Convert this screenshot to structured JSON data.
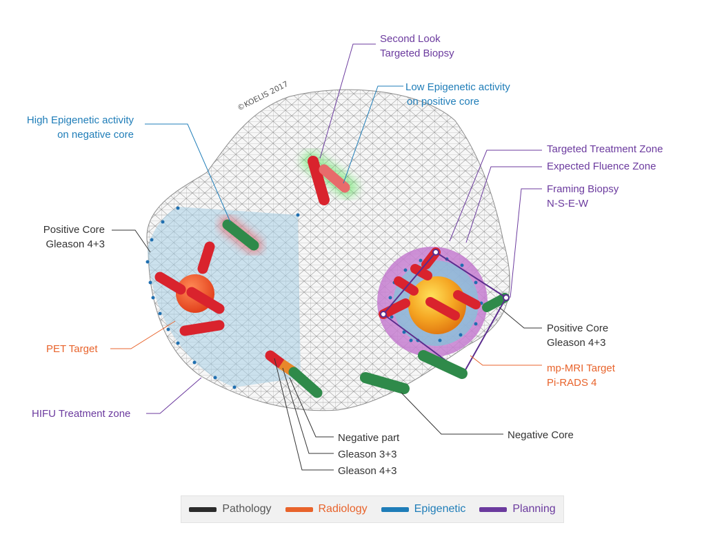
{
  "copyright": "©KOELIS 2017",
  "labels": {
    "second_look_1": "Second Look",
    "second_look_2": "Targeted Biopsy",
    "low_epi_1": "Low Epigenetic activity",
    "low_epi_2": "on positive core",
    "high_epi_1": "High Epigenetic activity",
    "high_epi_2": "on negative core",
    "targeted_treatment": "Targeted Treatment Zone",
    "expected_fluence": "Expected Fluence Zone",
    "framing_1": "Framing Biopsy",
    "framing_2": "N-S-E-W",
    "pos_core_left_1": "Positive Core",
    "pos_core_left_2": "Gleason 4+3",
    "pet_target": "PET Target",
    "pos_core_right_1": "Positive Core",
    "pos_core_right_2": "Gleason 4+3",
    "mpmri_1": "mp-MRI Target",
    "mpmri_2": "Pi-RADS 4",
    "hifu": "HIFU Treatment zone",
    "negative_core": "Negative Core",
    "negative_part": "Negative part",
    "gleason_33": "Gleason 3+3",
    "gleason_43": "Gleason 4+3"
  },
  "legend": [
    {
      "label": "Pathology",
      "color": "#2b2b2b",
      "text_color": "#555555"
    },
    {
      "label": "Radiology",
      "color": "#e8632b",
      "text_color": "#e8632b"
    },
    {
      "label": "Epigenetic",
      "color": "#1f7db8",
      "text_color": "#1f7db8"
    },
    {
      "label": "Planning",
      "color": "#6b3a9e",
      "text_color": "#6b3a9e"
    }
  ],
  "colors": {
    "pathology": "#333333",
    "radiology": "#e8632b",
    "epigenetic": "#1f7db8",
    "planning": "#6b3a9e",
    "positive_core": "#d9232d",
    "negative_core": "#2f8a4a",
    "hifu_zone": "#a8cfe6"
  }
}
